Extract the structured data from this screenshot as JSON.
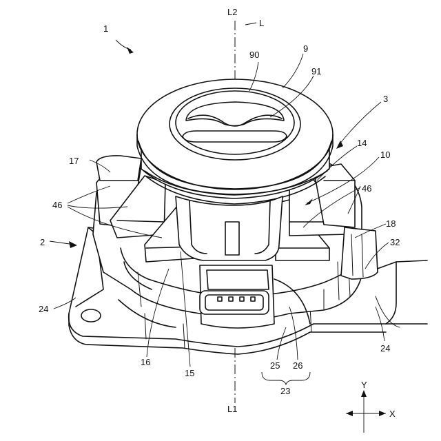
{
  "labels": {
    "l1": "1",
    "l2": "2",
    "l3": "3",
    "l9": "9",
    "l90": "90",
    "l91": "91",
    "l10": "10",
    "l14": "14",
    "l15": "15",
    "l16": "16",
    "l17": "17",
    "l18": "18",
    "l23": "23",
    "l24a": "24",
    "l24b": "24",
    "l25": "25",
    "l26": "26",
    "l32": "32",
    "l46a": "46",
    "l46b": "46",
    "axisL": "L",
    "axisL1": "L1",
    "axisL2": "L2",
    "axisX": "X",
    "axisY": "Y"
  }
}
